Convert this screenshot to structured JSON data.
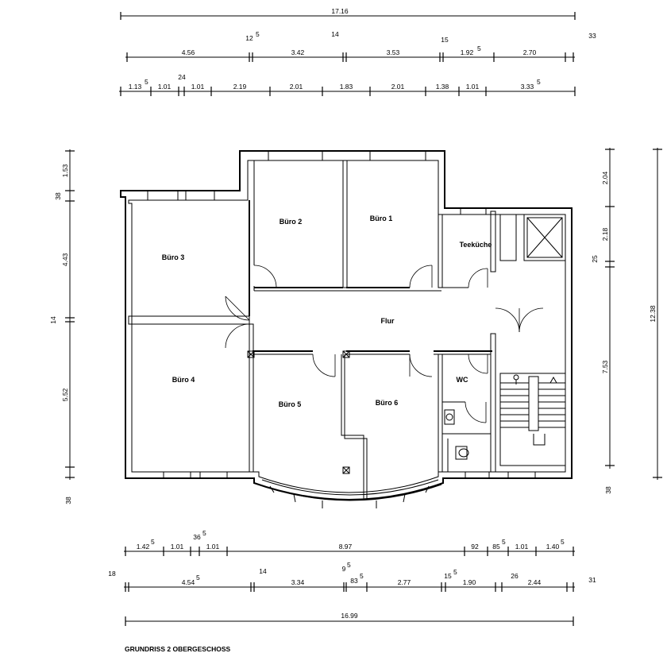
{
  "title": "GRUNDRISS 2 OBERGESCHOSS",
  "rooms": {
    "buero1": "Büro 1",
    "buero2": "Büro 2",
    "buero3": "Büro 3",
    "buero4": "Büro 4",
    "buero5": "Büro 5",
    "buero6": "Büro 6",
    "teekueche": "Teeküche",
    "flur": "Flur",
    "wc": "WC"
  },
  "dims_top": {
    "overall": "17.16",
    "row2": [
      "4.56",
      "3.42",
      "3.53",
      "1.92",
      "2.70"
    ],
    "row2_sup": [
      "5",
      "5"
    ],
    "row2_extra": [
      "12",
      "14",
      "15",
      "33"
    ],
    "row3": [
      "1.13",
      "1.01",
      "1.01",
      "2.19",
      "2.01",
      "1.83",
      "2.01",
      "1.38",
      "1.01",
      "3.33"
    ],
    "row3_sup": [
      "5",
      "5"
    ],
    "row3_extra": [
      "24"
    ]
  },
  "dims_bottom": {
    "row1": [
      "1.42",
      "1.01",
      "1.01",
      "8.97",
      "92",
      "85",
      "1.01",
      "1.40"
    ],
    "row1_sup": [
      "5",
      "5",
      "5",
      "5"
    ],
    "row1_extra": [
      "36"
    ],
    "row2": [
      "4.54",
      "3.34",
      "83",
      "2.77",
      "1.90",
      "2.44"
    ],
    "row2_sup": [
      "5",
      "5",
      "5",
      "5"
    ],
    "row2_extra": [
      "18",
      "14",
      "9",
      "15",
      "26",
      "31"
    ],
    "overall": "16.99"
  },
  "dims_left": [
    "1.53",
    "38",
    "4.43",
    "14",
    "5.52",
    "38"
  ],
  "dims_right_inner": [
    "2.04",
    "2.18",
    "25",
    "7.53",
    "38"
  ],
  "dims_right_outer": [
    "12.38"
  ]
}
